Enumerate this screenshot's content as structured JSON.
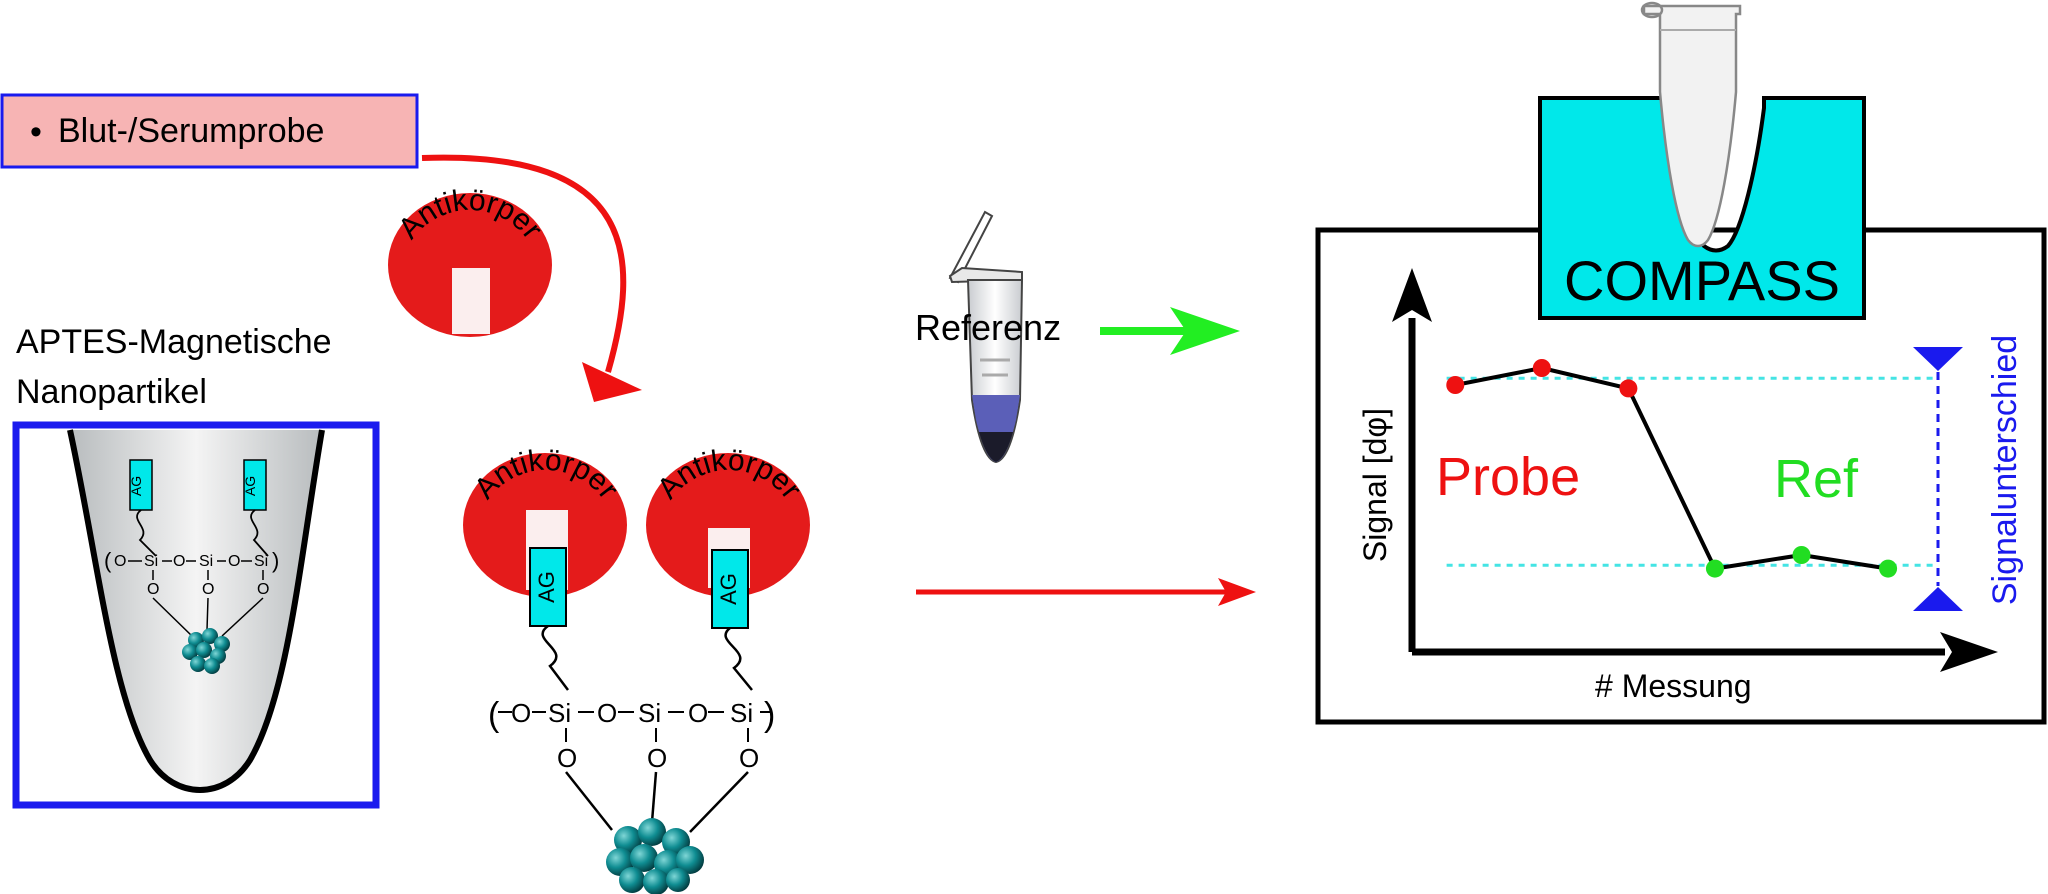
{
  "sample_box": {
    "bullet": "•",
    "label": "Blut-/Serumprobe"
  },
  "antibody_label": "Antikörper",
  "antigen_label": "AG",
  "nanoparticle_caption": {
    "line1": "APTES-Magnetische",
    "line2": "Nanopartikel"
  },
  "silane": {
    "si": "Si",
    "o": "O"
  },
  "reference_label": "Referenz",
  "device_label": "COMPASS",
  "chart_data": {
    "type": "line",
    "xlabel": "# Messung",
    "ylabel": "Signal [dφ]",
    "annotation_probe": "Probe",
    "annotation_ref": "Ref",
    "difference_label": "Signalunterschied",
    "series": [
      {
        "name": "Probe",
        "color": "#ee1111",
        "x": [
          1,
          2,
          3
        ],
        "y": [
          0.75,
          0.8,
          0.74
        ]
      },
      {
        "name": "Ref",
        "color": "#22dd22",
        "x": [
          4,
          5,
          6
        ],
        "y": [
          0.21,
          0.25,
          0.21
        ]
      }
    ],
    "reference_lines": {
      "upper": 0.77,
      "lower": 0.22,
      "color": "#44e4e4"
    },
    "xlim": [
      0.5,
      6.6
    ],
    "ylim": [
      0.0,
      1.0
    ],
    "grid": false,
    "legend": "none"
  },
  "colors": {
    "red": "#ee1111",
    "green": "#22ee22",
    "cyan": "#00e8ea",
    "blue": "#1a1aee",
    "sample_fill": "#f7b4b4"
  }
}
